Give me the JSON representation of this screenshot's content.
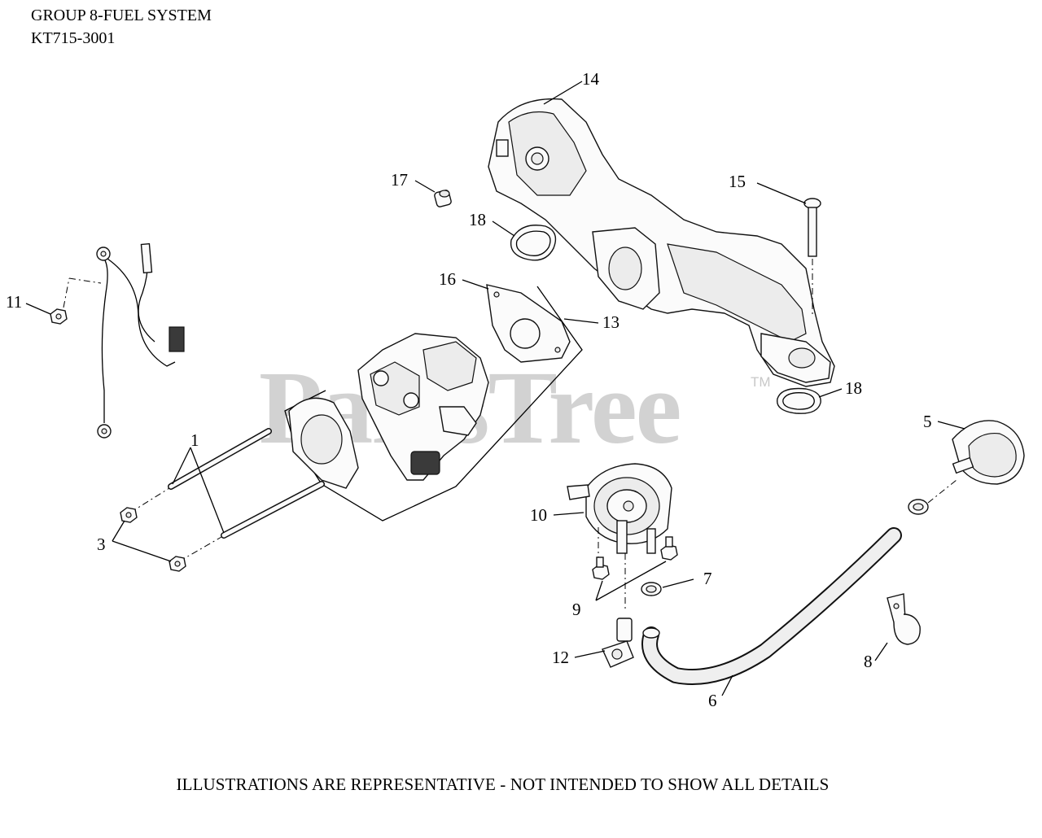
{
  "header": {
    "title": "GROUP 8-FUEL SYSTEM",
    "model": "KT715-3001"
  },
  "footer": {
    "disclaimer": "ILLUSTRATIONS ARE REPRESENTATIVE - NOT INTENDED TO SHOW ALL DETAILS"
  },
  "watermark": {
    "brand": "PartsTree",
    "mark": "TM"
  },
  "callouts": {
    "c1": "1",
    "c3": "3",
    "c5": "5",
    "c6": "6",
    "c7": "7",
    "c8": "8",
    "c9": "9",
    "c10": "10",
    "c11": "11",
    "c12": "12",
    "c13": "13",
    "c14": "14",
    "c15": "15",
    "c16": "16",
    "c17": "17",
    "c18a": "18",
    "c18b": "18"
  }
}
